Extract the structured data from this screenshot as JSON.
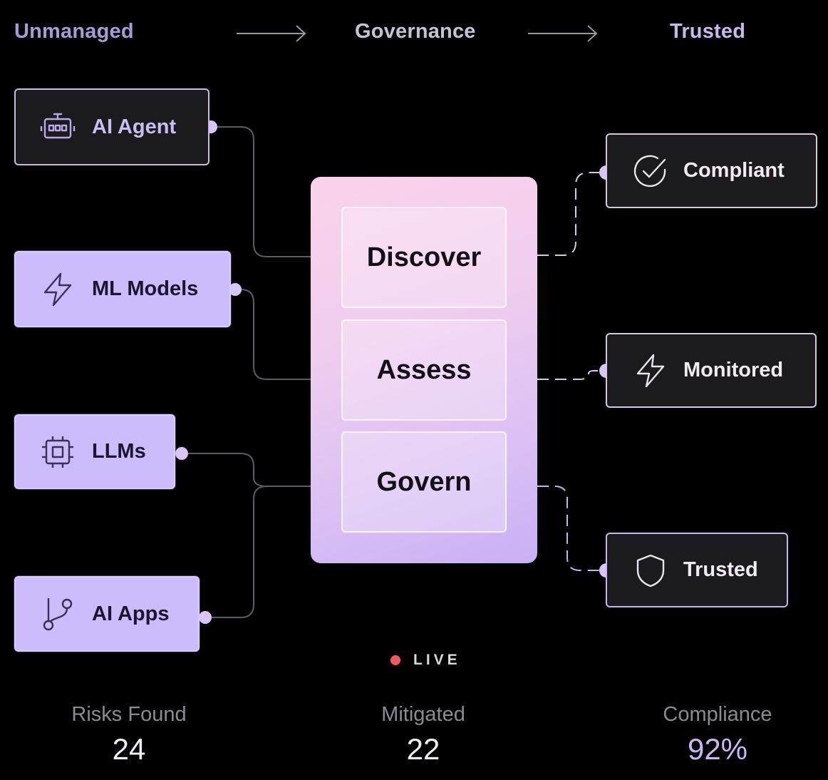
{
  "header": {
    "stages": [
      "Unmanaged",
      "Governance",
      "Trusted"
    ]
  },
  "inputs": [
    {
      "label": "AI Agent",
      "icon": "robot-icon"
    },
    {
      "label": "ML Models",
      "icon": "lightning-icon"
    },
    {
      "label": "LLMs",
      "icon": "chip-icon"
    },
    {
      "label": "AI Apps",
      "icon": "git-branch-icon"
    }
  ],
  "governance": {
    "steps": [
      "Discover",
      "Assess",
      "Govern"
    ]
  },
  "outputs": [
    {
      "label": "Compliant",
      "icon": "check-circle-icon"
    },
    {
      "label": "Monitored",
      "icon": "lightning-icon"
    },
    {
      "label": "Trusted",
      "icon": "shield-icon"
    }
  ],
  "status": {
    "live": "LIVE"
  },
  "metrics": [
    {
      "label": "Risks Found",
      "value": "24"
    },
    {
      "label": "Mitigated",
      "value": "22"
    },
    {
      "label": "Compliance",
      "value": "92%"
    }
  ],
  "colors": {
    "background": "#000000",
    "accent_lavender": "#cdbcfb",
    "live_dot": "#ef5a5f",
    "panel_pink": "#fbd3ea",
    "panel_violet": "#c8b0f4"
  }
}
